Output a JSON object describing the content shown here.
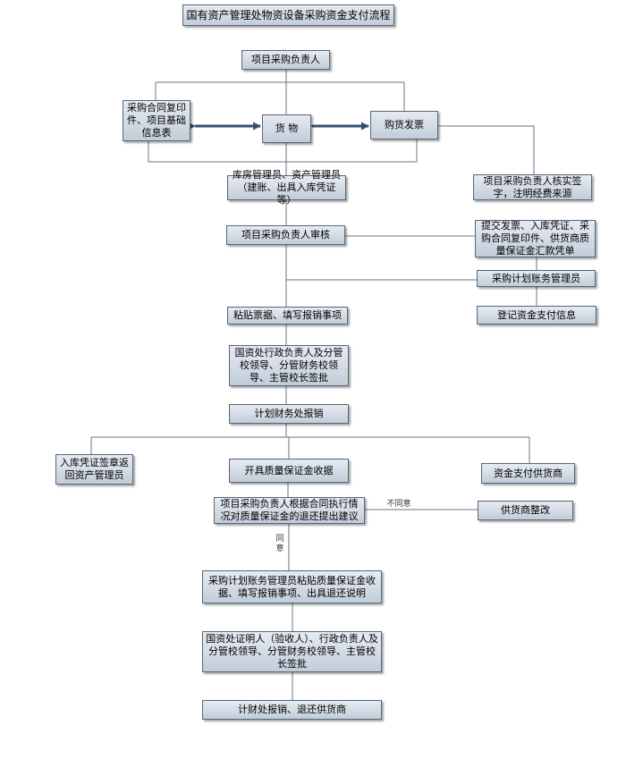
{
  "diagram": {
    "title": "国有资产管理处物资设备采购资金支付流程",
    "nodes": {
      "procurement_lead": "项目采购负责人",
      "contract_copy": "采购合同复印件、项目基础信息表",
      "goods": "货  物",
      "invoice": "购货发票",
      "warehouse_manager": "库房管理员、资产管理员（建账、出具入库凭证等）",
      "lead_sign": "项目采购负责人核实签字，注明经费来源",
      "lead_review": "项目采购负责人审核",
      "submit_docs": "提交发票、入库凭证、采购合同复印件、供货商质量保证金汇款凭单",
      "accounts_manager": "采购计划账务管理员",
      "paste_receipts": "粘贴票据、填写报销事项",
      "register_payment": "登记资金支付信息",
      "leaders_approve": "国资处行政负责人及分管校领导、分管财务校领导、主管校长签批",
      "finance_reimburse": "计划财务处报销",
      "stock_voucher": "入库凭证签章返回资产管理员",
      "deposit_receipt": "开具质量保证金收据",
      "pay_supplier": "资金支付供货商",
      "lead_suggest": "项目采购负责人根据合同执行情况对质量保证金的退还提出建议",
      "supplier_fix": "供货商整改",
      "accounts_paste": "采购计划账务管理员粘贴质量保证金收据、填写报销事项、出具退还说明",
      "certifier_approve": "国资处证明人（验收人）、行政负责人及分管校领导、分管财务校领导、主管校长签批",
      "final_reimburse": "计财处报销、退还供货商"
    },
    "labels": {
      "disagree": "不同意",
      "agree": "同\n意"
    }
  }
}
